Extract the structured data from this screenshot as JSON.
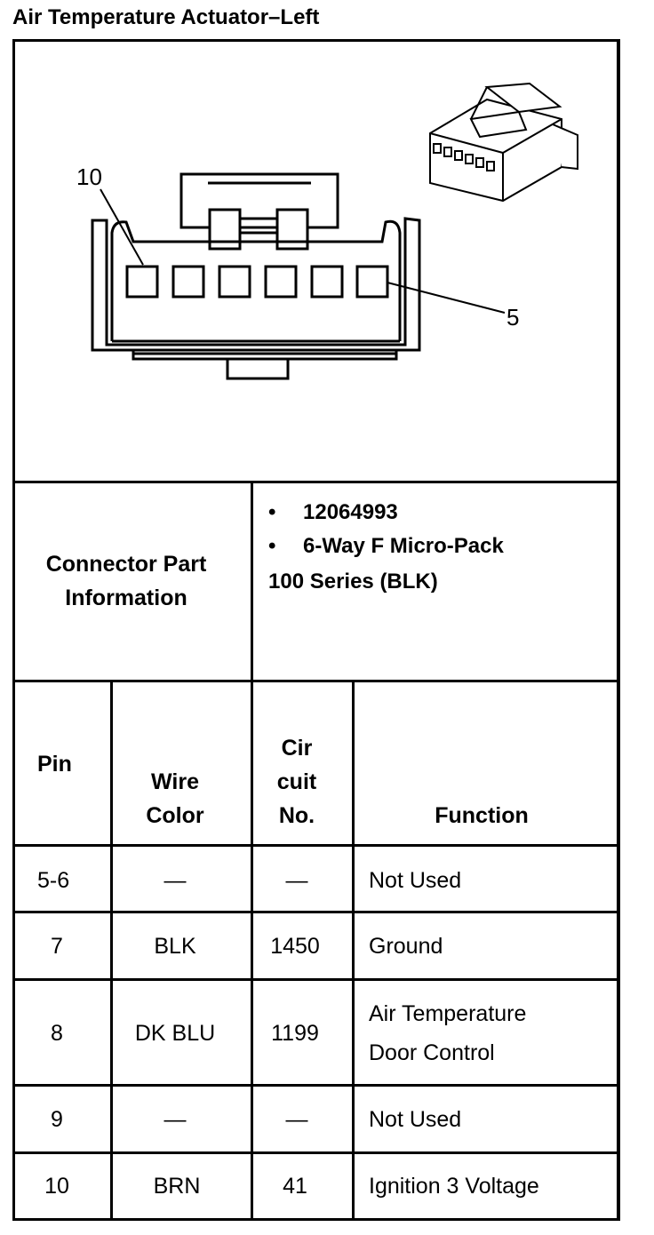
{
  "title": "Air Temperature Actuator–Left",
  "diagram": {
    "label_pin_a": "10",
    "label_pin_b": "5"
  },
  "connector_info": {
    "label_line1": "Connector Part",
    "label_line2": "Information",
    "bullet_char": "•",
    "part_number": "12064993",
    "type_line1": "6-Way F Micro-Pack",
    "type_line2": "100 Series (BLK)"
  },
  "table": {
    "headers": {
      "pin": "Pin",
      "wire_line1": "Wire",
      "wire_line2": "Color",
      "circuit_line1": "Cir",
      "circuit_line2": "cuit",
      "circuit_line3": "No.",
      "function": "Function"
    },
    "rows": [
      {
        "pin": "5-6",
        "wire": "—",
        "circuit": "—",
        "function": [
          "Not Used"
        ]
      },
      {
        "pin": "7",
        "wire": "BLK",
        "circuit": "1450",
        "function": [
          "Ground"
        ]
      },
      {
        "pin": "8",
        "wire": "DK BLU",
        "circuit": "1199",
        "function": [
          "Air Temperature",
          "Door Control"
        ]
      },
      {
        "pin": "9",
        "wire": "—",
        "circuit": "—",
        "function": [
          "Not Used"
        ]
      },
      {
        "pin": "10",
        "wire": "BRN",
        "circuit": "41",
        "function": [
          "Ignition 3 Voltage"
        ]
      }
    ]
  }
}
